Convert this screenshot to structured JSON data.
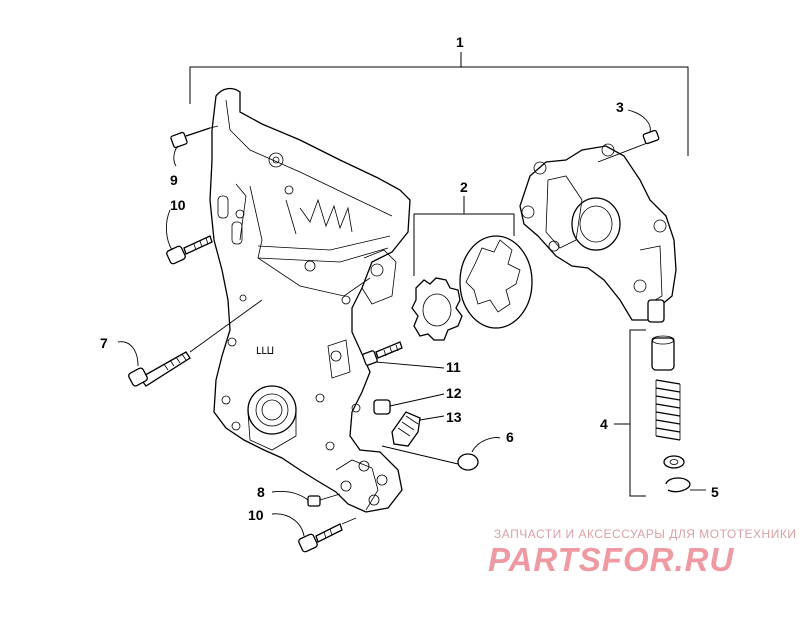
{
  "callouts": {
    "c1": "1",
    "c2": "2",
    "c3": "3",
    "c4": "4",
    "c5": "5",
    "c6": "6",
    "c7": "7",
    "c8": "8",
    "c9": "9",
    "c10a": "10",
    "c10b": "10",
    "c11": "11",
    "c12": "12",
    "c13": "13"
  },
  "cover_marks": "ԼԼⵡ",
  "watermark": {
    "line1": "ЗАПЧАСТИ И АКСЕССУАРЫ ДЛЯ МОТОТЕХНИКИ",
    "logo": "PARTSFOR.RU"
  },
  "colors": {
    "line": "#000000",
    "watermark_text": "#d9a0a5",
    "watermark_logo": "#ef9aa3"
  }
}
